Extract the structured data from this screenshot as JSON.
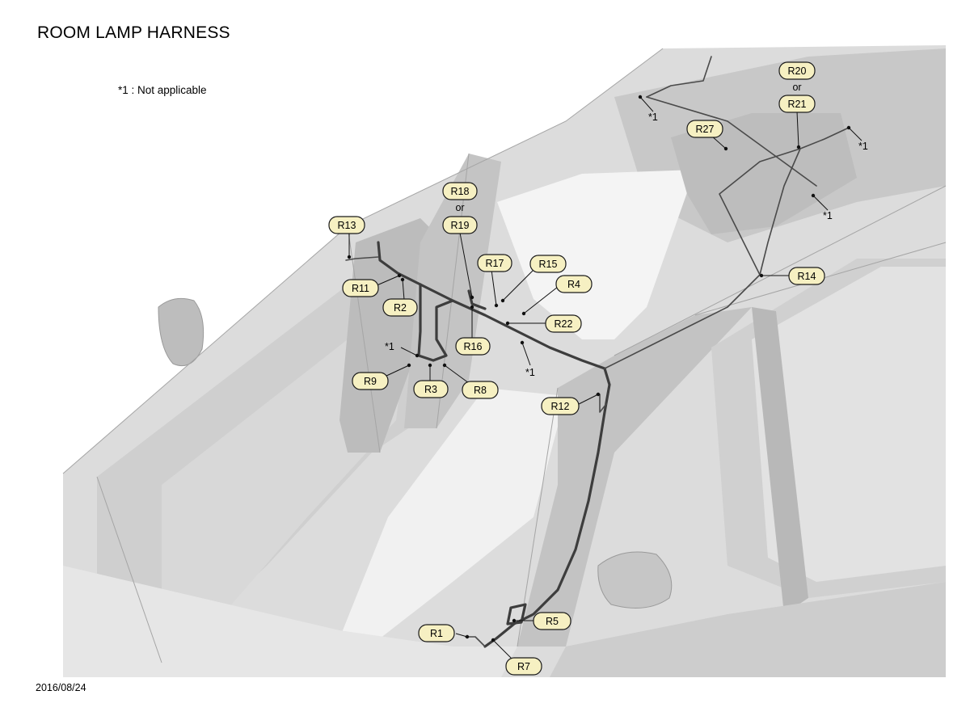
{
  "title": "ROOM LAMP HARNESS",
  "note": "*1 : Not applicable",
  "date": "2016/08/24",
  "connector_or": "or",
  "not_applicable_marker": "*1",
  "connectors": [
    "R1",
    "R2",
    "R3",
    "R4",
    "R5",
    "R7",
    "R8",
    "R9",
    "R11",
    "R12",
    "R13",
    "R14",
    "R15",
    "R16",
    "R17",
    "R18",
    "R19",
    "R20",
    "R21",
    "R22",
    "R27"
  ],
  "colors": {
    "label_fill": "#f6f0c2",
    "label_border": "#1a1a1a",
    "body": "#c9c9c9",
    "harness": "#3d3d3d"
  }
}
